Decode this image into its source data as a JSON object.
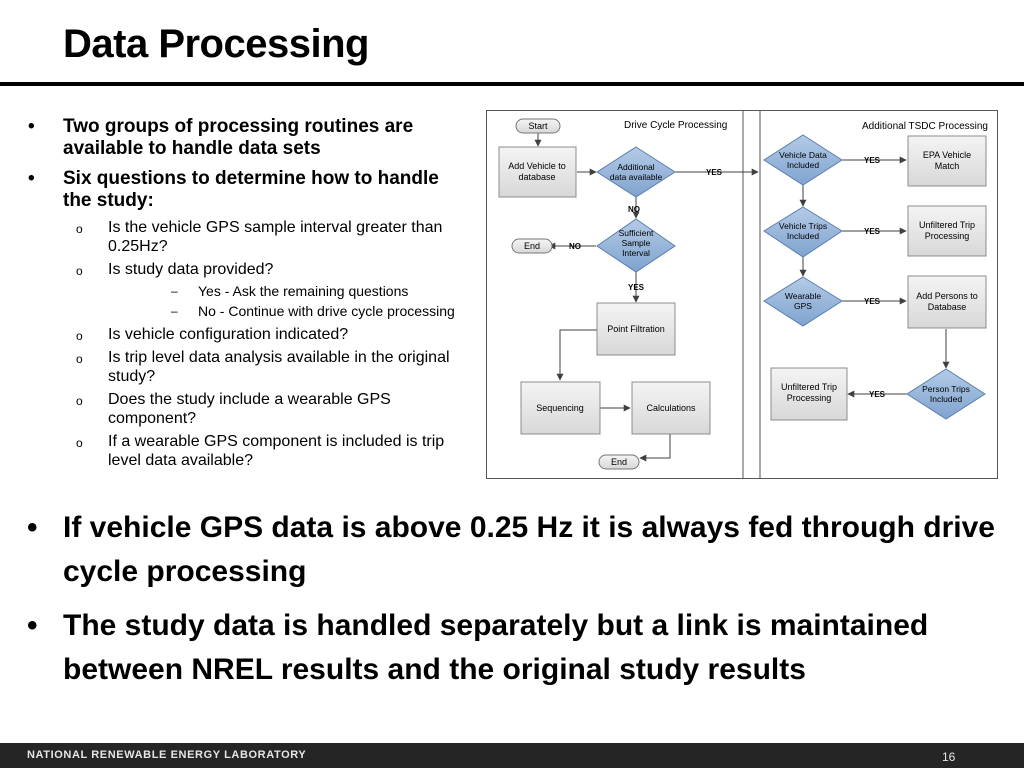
{
  "slide": {
    "title": "Data Processing",
    "bullets": [
      {
        "text": "Two groups of processing routines are available to handle data sets",
        "sub": []
      },
      {
        "text": "Six questions to determine how to handle the study:",
        "sub": [
          {
            "text": "Is the vehicle GPS sample interval greater than 0.25Hz?",
            "sub": []
          },
          {
            "text": "Is study data provided?",
            "sub": [
              {
                "text": "Yes - Ask the remaining questions"
              },
              {
                "text": "No  - Continue with drive cycle processing"
              }
            ]
          },
          {
            "text": "Is vehicle configuration indicated?",
            "sub": []
          },
          {
            "text": "Is trip level data analysis available in the original study?",
            "sub": []
          },
          {
            "text": "Does the study include a wearable GPS component?",
            "sub": []
          },
          {
            "text": "If a wearable GPS component is included is trip  level data available?",
            "sub": []
          }
        ]
      }
    ],
    "bottom_bullets": [
      "If vehicle GPS data is above 0.25 Hz it is always fed through drive cycle processing",
      "The study data is handled separately but a link is maintained between NREL results and the original study results"
    ],
    "markers": {
      "level1": "•",
      "level2": "o",
      "level3": "–"
    }
  },
  "diagram": {
    "lane_left_title": "Drive Cycle Processing",
    "lane_right_title": "Additional TSDC Processing",
    "start": "Start",
    "add_vehicle": [
      "Add  Vehicle to",
      "database"
    ],
    "additional_data": [
      "Additional",
      "data available"
    ],
    "yes": "YES",
    "no": "NO",
    "sufficient": [
      "Sufficient",
      "Sample",
      "Interval"
    ],
    "end": "End",
    "point_filtration": "Point Filtration",
    "sequencing": "Sequencing",
    "calculations": "Calculations",
    "vehicle_data": [
      "Vehicle Data",
      "Included"
    ],
    "epa_match": [
      "EPA Vehicle",
      "Match"
    ],
    "vehicle_trips": [
      "Vehicle Trips",
      "Included"
    ],
    "unfiltered_trip_processing": [
      "Unfiltered Trip",
      "Processing"
    ],
    "wearable_gps": [
      "Wearable",
      "GPS"
    ],
    "add_persons": [
      "Add Persons to",
      "Database"
    ],
    "person_trips": [
      "Person Trips",
      "Included"
    ],
    "colors": {
      "diamond": "#92b3d9",
      "diamond_stroke": "#5c7fae",
      "box": "#e8e8e8",
      "box_stroke": "#8c8c8c",
      "arrow": "#404040"
    }
  },
  "footer": {
    "org": "NATIONAL RENEWABLE ENERGY LABORATORY",
    "page": "16"
  }
}
